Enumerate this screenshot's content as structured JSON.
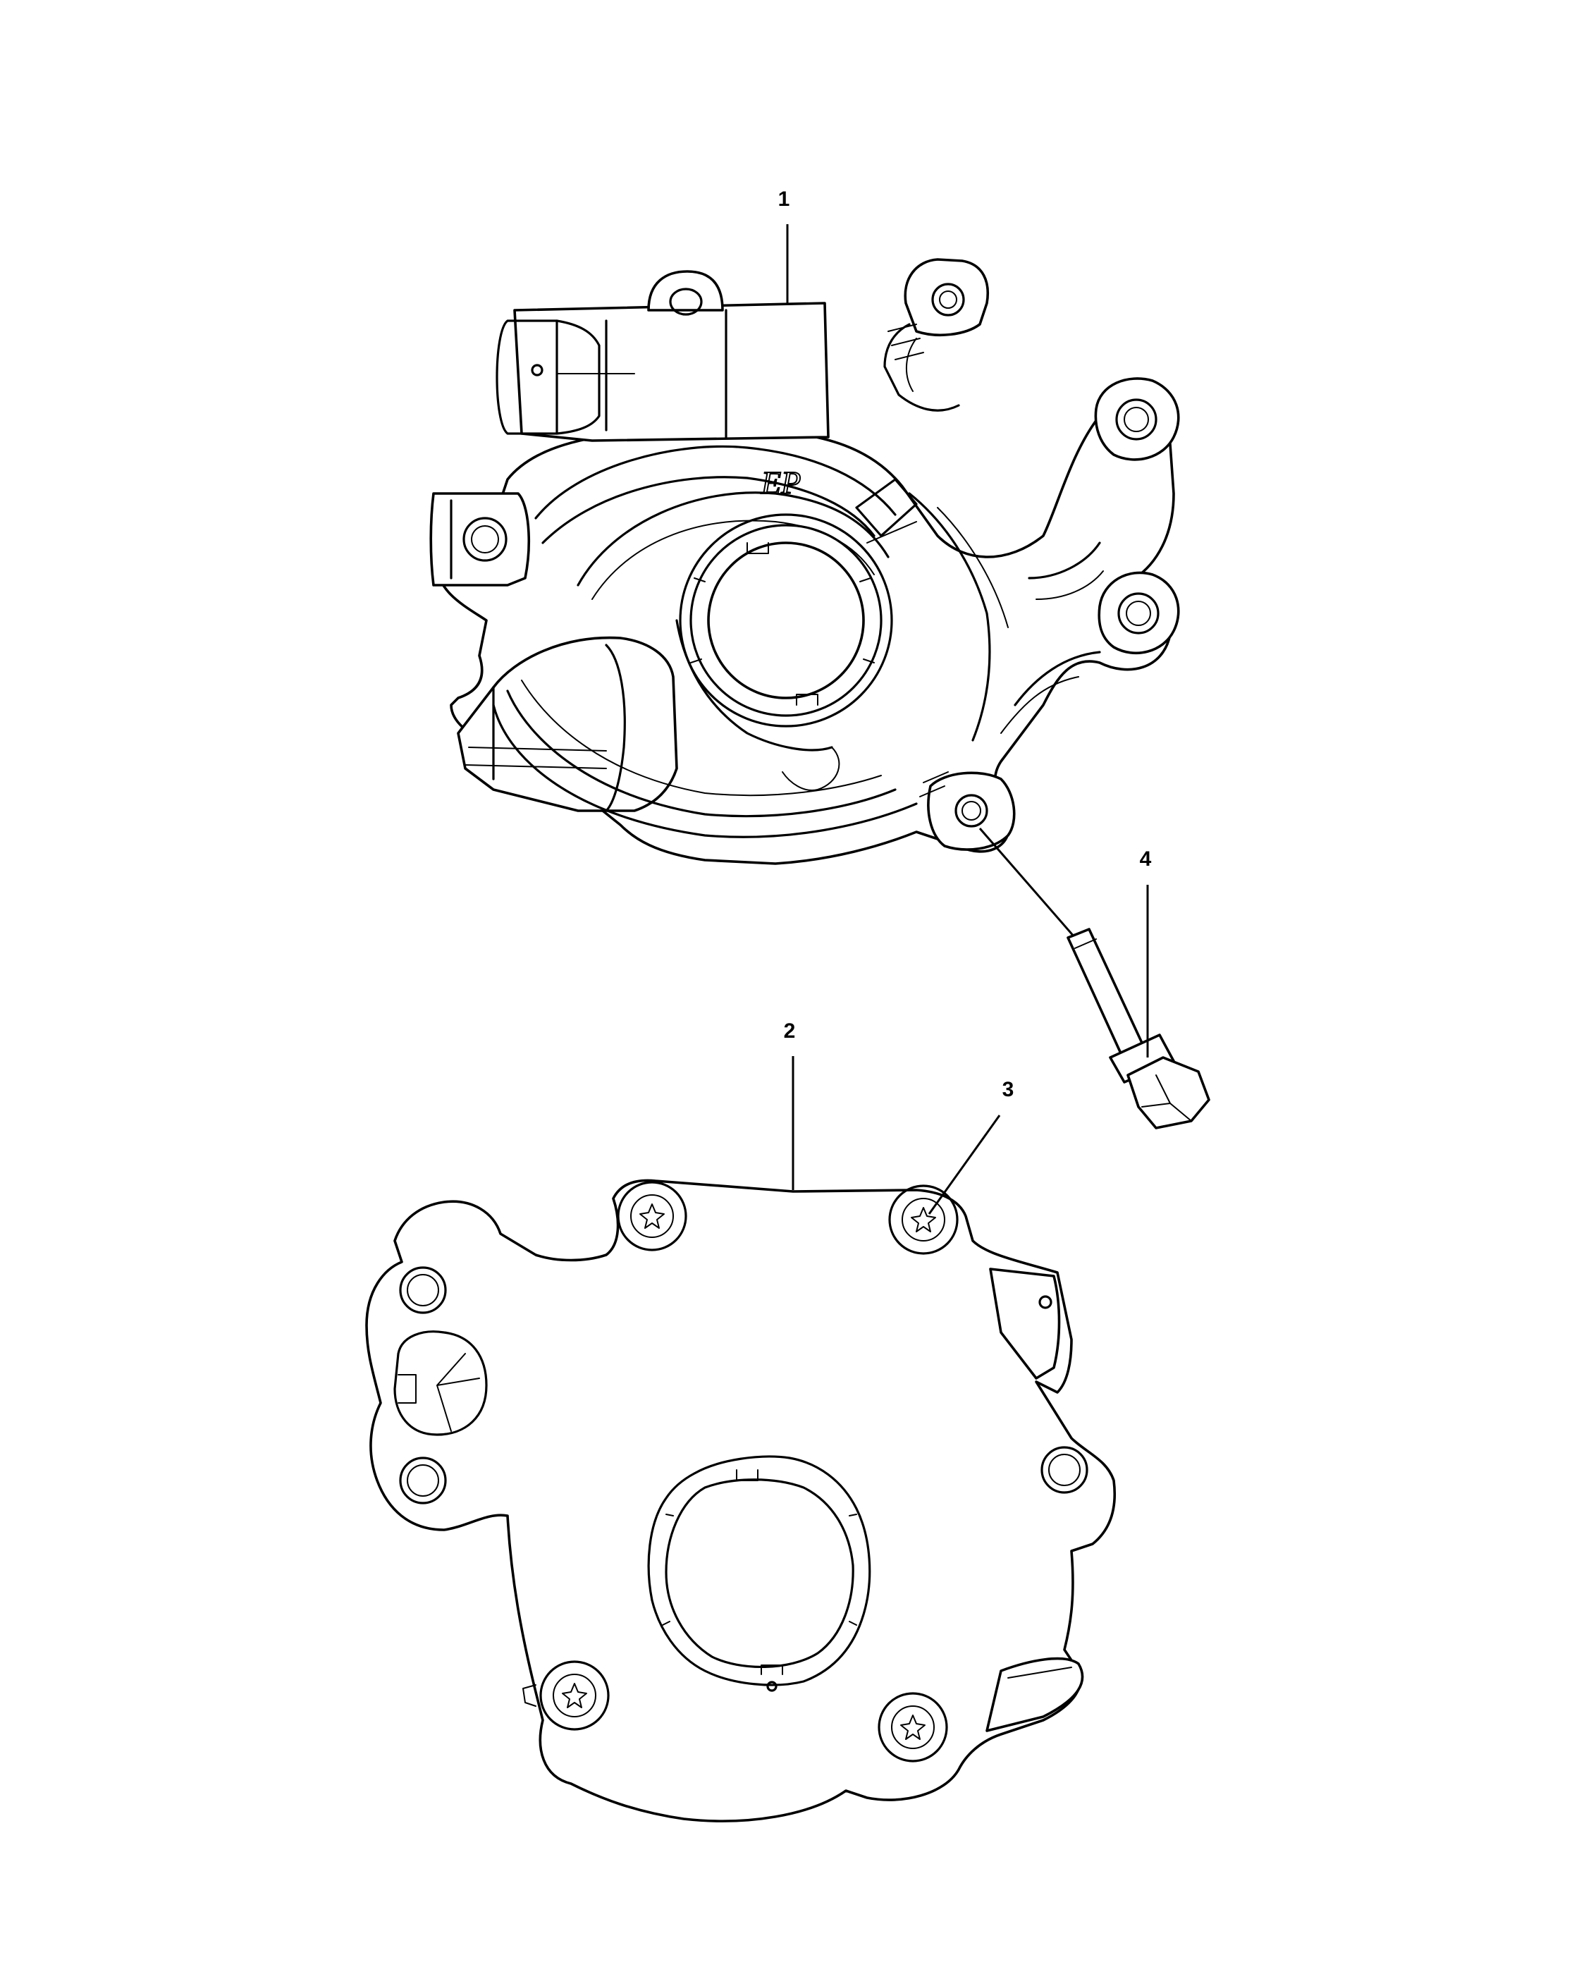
{
  "callouts": [
    {
      "id": "1",
      "label": "1"
    },
    {
      "id": "2",
      "label": "2"
    },
    {
      "id": "3",
      "label": "3"
    },
    {
      "id": "4",
      "label": "4"
    }
  ],
  "emblem": "EP"
}
